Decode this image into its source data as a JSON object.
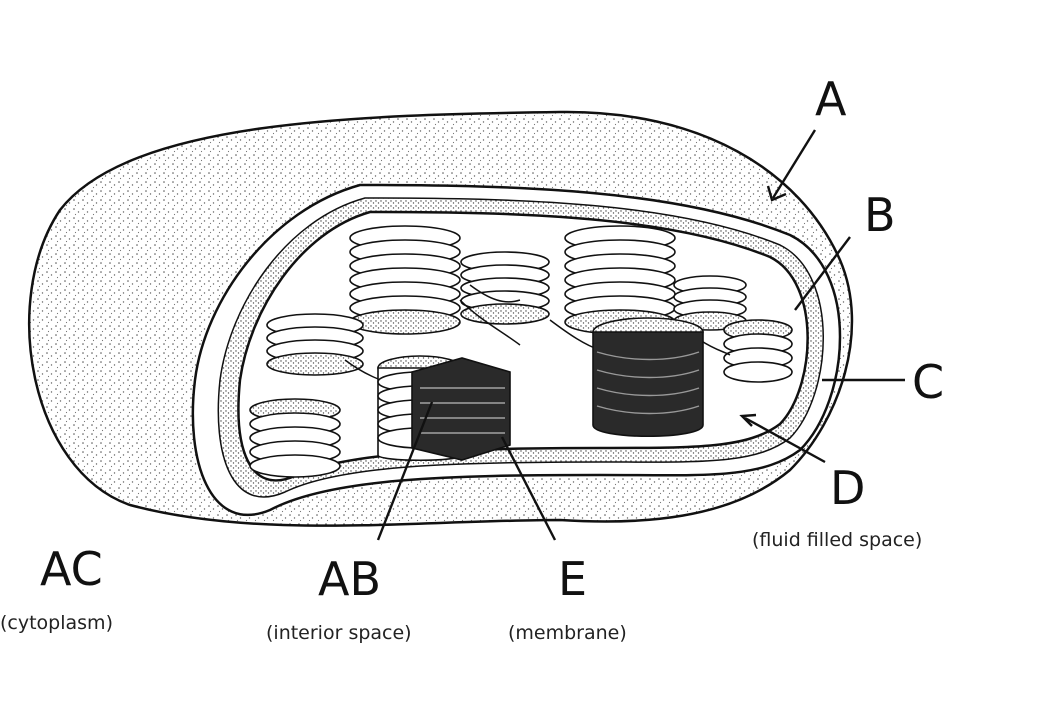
{
  "labels": {
    "a": {
      "letter": "A"
    },
    "b": {
      "letter": "B"
    },
    "c": {
      "letter": "C"
    },
    "d": {
      "letter": "D",
      "note": "(fluid filled space)"
    },
    "e": {
      "letter": "E",
      "note": "(membrane)"
    },
    "ab": {
      "letter": "AB",
      "note": "(interior space)"
    },
    "ac": {
      "letter": "AC",
      "note": "(cytoplasm)"
    }
  },
  "colors": {
    "ink": "#111111",
    "paper": "#ffffff",
    "dark_stack": "#2a2a2a"
  }
}
